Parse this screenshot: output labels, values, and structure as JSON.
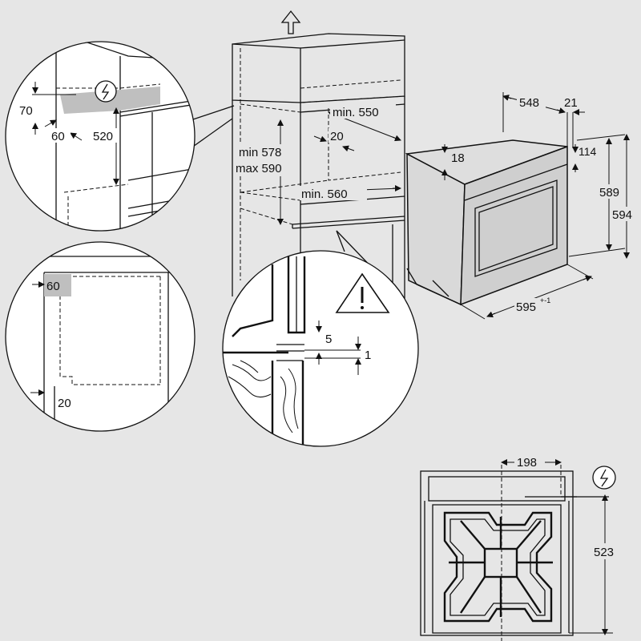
{
  "diagram": {
    "labels": {
      "d70": "70",
      "d60_top": "60",
      "d520": "520",
      "d60_lower": "60",
      "d20_lower": "20",
      "min550": "min. 550",
      "d20_mid": "20",
      "min578": "min 578",
      "max590": "max 590",
      "min560": "min. 560",
      "d5": "5",
      "d1": "1",
      "d548": "548",
      "d21": "21",
      "d18": "18",
      "d114": "114",
      "d589": "589",
      "d594": "594",
      "d595": "595",
      "d595_tol": "+-1",
      "d198": "198",
      "d523": "523"
    },
    "icons": {
      "electrical": "electrical-connection-icon",
      "warning": "warning-icon",
      "arrow_up": "arrow-up-icon"
    }
  }
}
